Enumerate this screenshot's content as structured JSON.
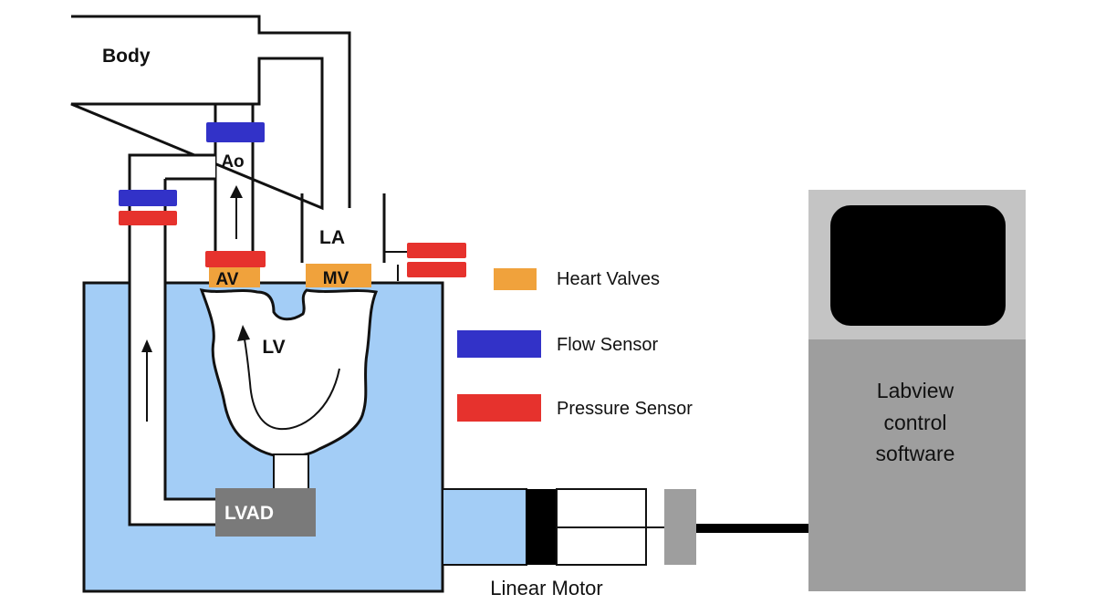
{
  "labels": {
    "body": "Body",
    "ao": "Ao",
    "la": "LA",
    "av": "AV",
    "mv": "MV",
    "lv": "LV",
    "lvad": "LVAD",
    "linear_motor": "Linear Motor",
    "labview_line1": "Labview",
    "labview_line2": "control",
    "labview_line3": "software"
  },
  "legend": [
    {
      "label": "Heart Valves",
      "color": "#f0a23c",
      "icon": "heart-valve-swatch"
    },
    {
      "label": "Flow Sensor",
      "color": "#3232c8",
      "icon": "flow-sensor-swatch"
    },
    {
      "label": "Pressure Sensor",
      "color": "#e6322d",
      "icon": "pressure-sensor-swatch"
    }
  ],
  "colors": {
    "tank_water": "#a3cdf6",
    "heart_valve": "#f0a23c",
    "flow_sensor": "#3232c8",
    "pressure_sensor": "#e6322d",
    "lvad_box": "#7a7a7a",
    "labview_top": "#c4c4c4",
    "labview_body": "#9e9e9e",
    "screen": "#000000",
    "outline": "#111111"
  }
}
